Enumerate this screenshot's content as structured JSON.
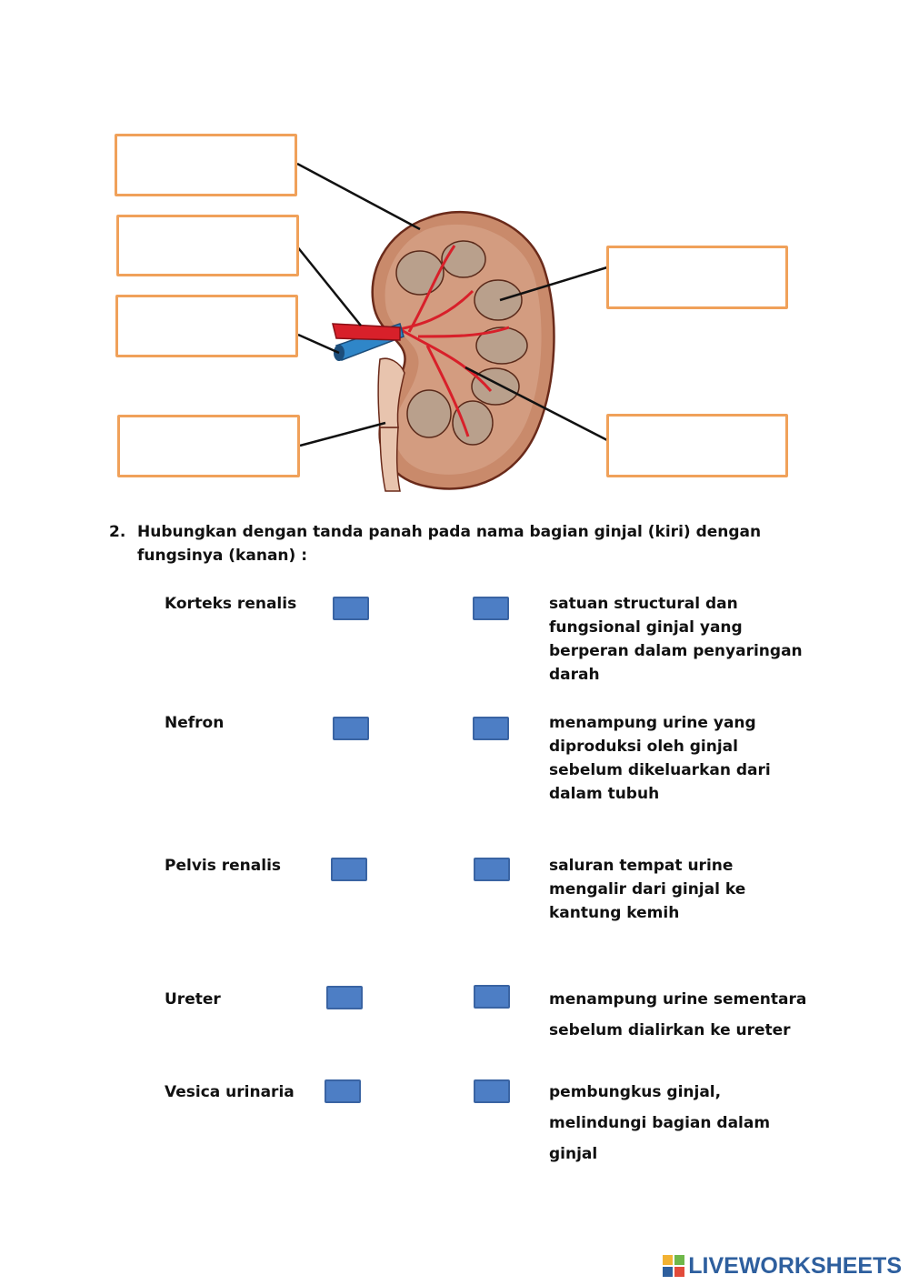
{
  "worksheet": {
    "diagram": {
      "label_boxes": [
        "",
        "",
        "",
        "",
        "",
        ""
      ]
    },
    "question": {
      "number": "2.",
      "text": "Hubungkan dengan tanda panah pada nama bagian ginjal (kiri) dengan fungsinya (kanan) :"
    },
    "terms": [
      "Korteks renalis",
      "Nefron",
      "Pelvis renalis",
      "Ureter",
      "Vesica urinaria"
    ],
    "functions": [
      "satuan structural dan fungsional ginjal yang berperan dalam penyaringan darah",
      "menampung urine yang diproduksi oleh ginjal sebelum dikeluarkan dari dalam tubuh",
      "saluran tempat urine mengalir dari ginjal ke kantung kemih",
      "menampung urine sementara sebelum dialirkan ke ureter",
      "pembungkus ginjal, melindungi bagian dalam ginjal"
    ]
  },
  "brand": {
    "name": "LIVEWORKSHEETS",
    "color": "#2e5f9e"
  },
  "colors": {
    "box_border": "#f0a15a",
    "connector_dot": "#4d7ec5",
    "kidney_tissue": "#c88a6a",
    "artery": "#d8202a",
    "vein": "#2f86c8"
  }
}
